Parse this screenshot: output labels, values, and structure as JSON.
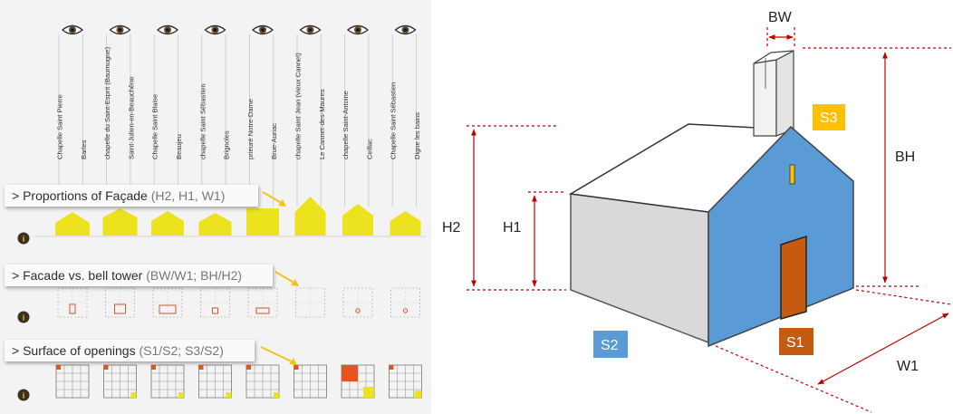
{
  "left_panel": {
    "columns": [
      "Chapelle Saint Pierre",
      "Barles",
      "chapelle du Saint-Esprit (Baumugne)",
      "Saint-Julien-en-Beauchêne",
      "Chapelle Saint Blaise",
      "Beaujeu",
      "chapelle Saint Sébastien",
      "Brignoles",
      "prieuré Notre-Dame",
      "Brue-Auriac",
      "chapelle Saint Jean (vieux Cannet)",
      "Le Cannet-des-Maures",
      "chapelle Saint-Antoine",
      "Ceillac",
      "Chapelle Saint Sébastien",
      "Digne les bains"
    ],
    "sections": [
      {
        "title": "> Proportions of Façade",
        "params": "(H2, H1, W1)"
      },
      {
        "title": "> Facade vs. bell tower",
        "params": "(BW/W1; BH/H2)"
      },
      {
        "title": "> Surface of openings",
        "params": "(S1/S2; S3/S2)"
      }
    ],
    "info_icon_glyph": "i",
    "eye_icon": "eye-icon"
  },
  "right_panel": {
    "labels": {
      "bw": "BW",
      "bh": "BH",
      "h2": "H2",
      "h1": "H1",
      "w1": "W1",
      "s1": "S1",
      "s2": "S2",
      "s3": "S3"
    },
    "colors": {
      "facade_blue": "#5b9bd5",
      "side_gray": "#d9d9d9",
      "door_orange": "#c55a11",
      "s3_yellow": "#ffc000",
      "dimension_red": "#c00000",
      "accent_yellow": "#ede21e"
    }
  }
}
